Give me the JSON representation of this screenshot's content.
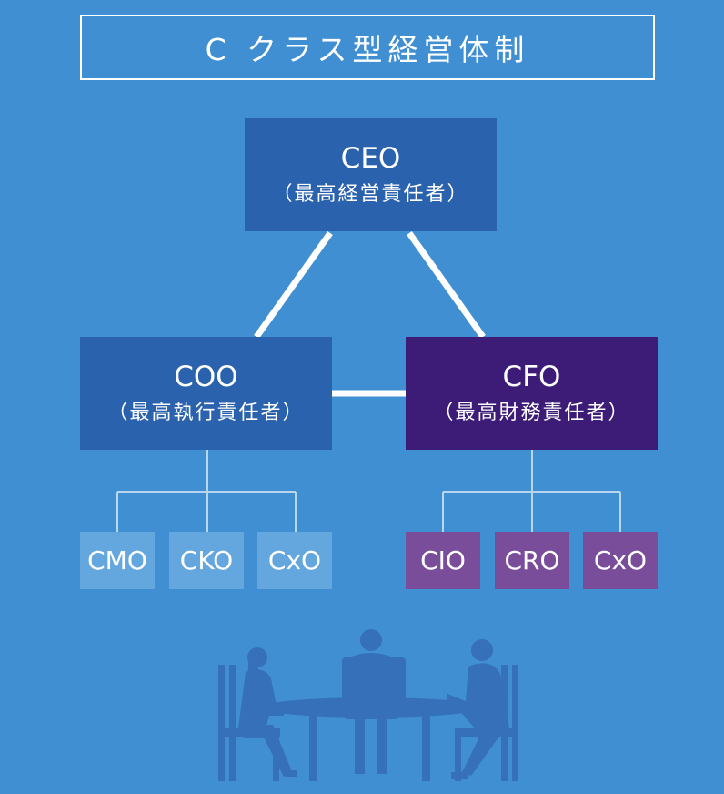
{
  "title": "C クラス型経営体制",
  "ceo": {
    "abbr": "CEO",
    "full": "（最高経営責任者）"
  },
  "coo": {
    "abbr": "COO",
    "full": "（最高執行責任者）"
  },
  "cfo": {
    "abbr": "CFO",
    "full": "（最高財務責任者）"
  },
  "coo_subordinates": [
    "CMO",
    "CKO",
    "CxO"
  ],
  "cfo_subordinates": [
    "CIO",
    "CRO",
    "CxO"
  ],
  "colors": {
    "background": "#3f8fd2",
    "ceo_coo": "#2a62ad",
    "cfo": "#3d1c78",
    "coo_sub": "#64a7de",
    "cfo_sub": "#7a4d9b",
    "connector": "#ffffff",
    "branch": "#b9d6ef",
    "silhouette": "#3570b9"
  },
  "illustration": "meeting-silhouette"
}
